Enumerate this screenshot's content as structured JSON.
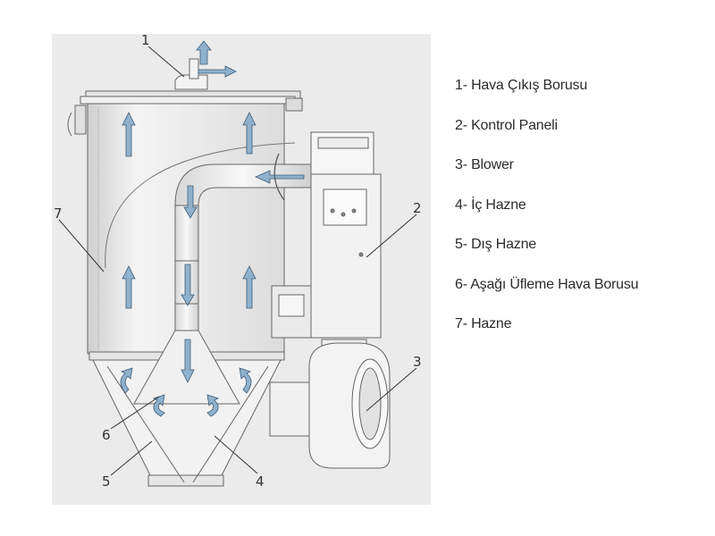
{
  "callouts": [
    "1",
    "2",
    "3",
    "4",
    "5",
    "6",
    "7"
  ],
  "legend": [
    "1- Hava Çıkış Borusu",
    "2- Kontrol Paneli",
    "3- Blower",
    "4- İç Hazne",
    "5- Dış Hazne",
    "6- Aşağı Üfleme Hava Borusu",
    "7- Hazne"
  ],
  "colors": {
    "panel": "#ebebeb",
    "metal": "#f6f6f6",
    "line": "#666666",
    "arrow": "#8fb1cc",
    "arrowEdge": "#3f5d78"
  }
}
